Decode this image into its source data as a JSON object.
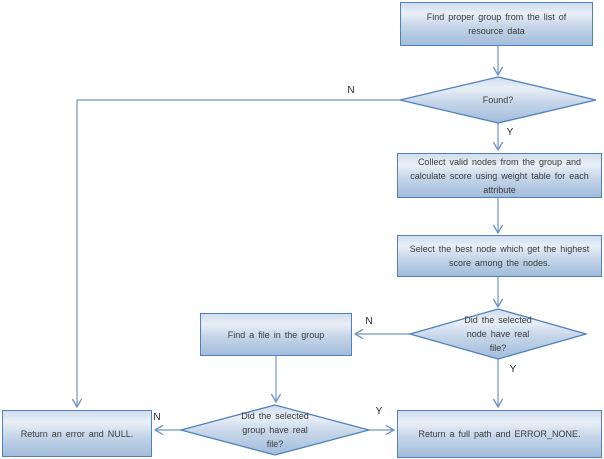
{
  "diagram": {
    "type": "flowchart",
    "background": "#ffffff",
    "colors": {
      "shape_border": "#4f81bd",
      "shape_fill_top": "#d0dded",
      "shape_fill_highlight": "#e9eff7",
      "shape_fill_mid": "#c6d6e9",
      "shape_fill_bottom": "#a2bcdb",
      "connector": "#6e97c6",
      "shape_text": "#3a3a3a",
      "edge_label_text": "#262626"
    },
    "nodes": {
      "find_group": {
        "type": "process",
        "label": "Find proper group from the list of resource data",
        "lines": [
          "Find proper group from the list of",
          "resource data"
        ]
      },
      "found": {
        "type": "decision",
        "label": "Found?",
        "lines": [
          "Found?"
        ]
      },
      "collect": {
        "type": "process",
        "label": "Collect valid nodes from the group and calculate score using weight table for each attribute",
        "lines": [
          "Collect valid nodes from the group and",
          "calculate score using weight table for each",
          "attribute"
        ]
      },
      "select_best": {
        "type": "process",
        "label": "Select the best node which get the highest score among the nodes.",
        "lines": [
          "Select the best node which get the highest",
          "score among the nodes."
        ]
      },
      "node_has_file": {
        "type": "decision",
        "label": "Did the selected node have real file?",
        "lines": [
          "Did the selected",
          "node have real",
          "file?"
        ]
      },
      "find_file": {
        "type": "process",
        "label": "Find a file in the group",
        "lines": [
          "Find a file in the group"
        ]
      },
      "group_has_file": {
        "type": "decision",
        "label": "Did the selected group have real file?",
        "lines": [
          "Did the selected",
          "group have real",
          "file?"
        ]
      },
      "return_error": {
        "type": "process",
        "label": "Return an error and NULL.",
        "lines": [
          "Return an error and NULL."
        ]
      },
      "return_path": {
        "type": "process",
        "label": "Return a full path and ERROR_NONE.",
        "lines": [
          "Return a full path and ERROR_NONE."
        ]
      }
    },
    "edges": [
      {
        "from": "find_group",
        "to": "found",
        "label": ""
      },
      {
        "from": "found",
        "to": "return_error",
        "label": "N"
      },
      {
        "from": "found",
        "to": "collect",
        "label": "Y"
      },
      {
        "from": "collect",
        "to": "select_best",
        "label": ""
      },
      {
        "from": "select_best",
        "to": "node_has_file",
        "label": ""
      },
      {
        "from": "node_has_file",
        "to": "find_file",
        "label": "N"
      },
      {
        "from": "node_has_file",
        "to": "return_path",
        "label": "Y"
      },
      {
        "from": "find_file",
        "to": "group_has_file",
        "label": ""
      },
      {
        "from": "group_has_file",
        "to": "return_error",
        "label": "N"
      },
      {
        "from": "group_has_file",
        "to": "return_path",
        "label": "Y"
      }
    ]
  }
}
